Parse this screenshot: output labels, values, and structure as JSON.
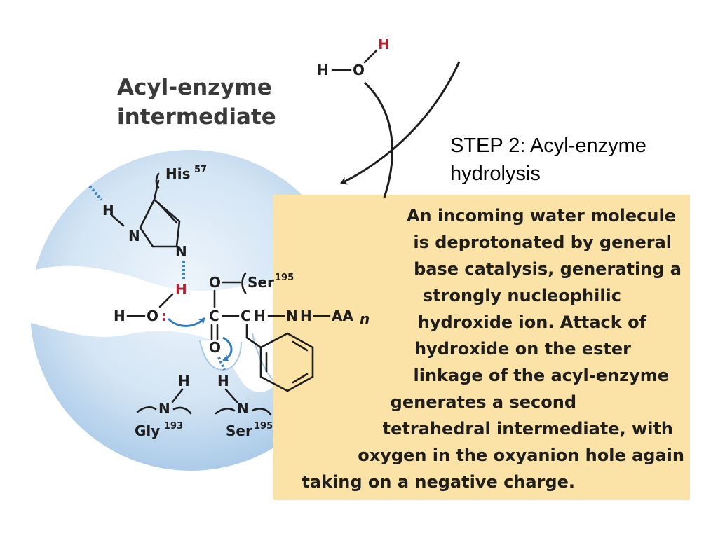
{
  "title": {
    "line1": "Acyl-enzyme",
    "line2": "intermediate"
  },
  "step_label": {
    "line1": "STEP 2: Acyl-enzyme",
    "line2": "hydrolysis"
  },
  "panel": {
    "lines": [
      "An incoming water molecule",
      "is deprotonated by general",
      "base catalysis, generating a",
      "strongly nucleophilic",
      "hydroxide ion. Attack of",
      "hydroxide on the ester",
      "linkage of the acyl-enzyme",
      "generates a second",
      "tetrahedral intermediate, with",
      "oxygen in the oxyanion hole again",
      "taking on a negative charge."
    ]
  },
  "diagram": {
    "water": {
      "h_left": "H",
      "o": "O",
      "h_top": "H"
    },
    "his": {
      "name": "His",
      "num": "57",
      "h": "H",
      "n1": "N",
      "n2": "N"
    },
    "ser_top": {
      "name": "Ser",
      "num": "195",
      "o": "O"
    },
    "chain": {
      "h": "H",
      "o": "O",
      "colon": ":",
      "c": "C",
      "ch": "C",
      "ch_h": "H",
      "n": "N",
      "nh_h": "H",
      "aa": "AA",
      "aa_sub": "n",
      "h_red": "H"
    },
    "carbonyl_o": "O",
    "oxy_h": "H",
    "gly": {
      "h": "H",
      "n": "N",
      "name": "Gly",
      "num": "193"
    },
    "ser_bottom": {
      "n": "N",
      "name": "Ser",
      "num": "195"
    }
  },
  "colors": {
    "panel_bg": "#fbe2a6",
    "sphere": "#cfe2f3",
    "arrow_blue": "#2f7dbf",
    "atom_red": "#b0202e",
    "hbond": "#3a86c8"
  }
}
